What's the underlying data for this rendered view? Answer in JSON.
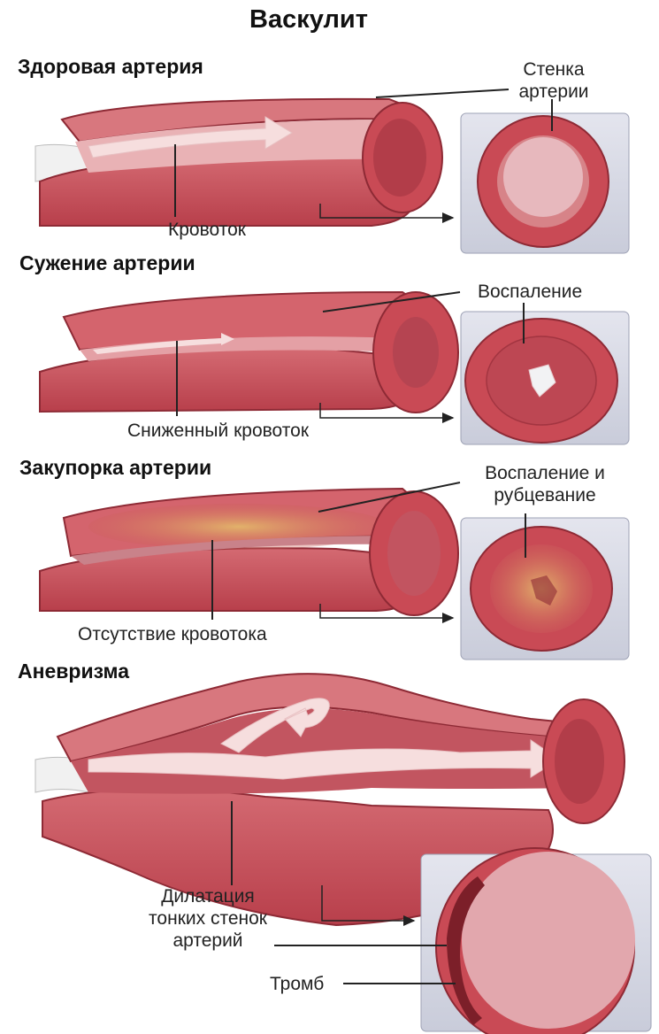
{
  "title": "Васкулит",
  "colors": {
    "wall": "#c94a55",
    "wall_dark": "#9e2f3a",
    "lumen": "#e8a3a7",
    "flow": "#f6dede",
    "panel": "#d9dbe6",
    "inflam": "#d8a260",
    "background": "#ffffff"
  },
  "sections": [
    {
      "heading": "Здоровая артерия",
      "labels": {
        "wall": "Стенка\nартерии",
        "flow": "Кровоток"
      }
    },
    {
      "heading": "Сужение артерии",
      "labels": {
        "inflammation": "Воспаление",
        "flow": "Сниженный кровоток"
      }
    },
    {
      "heading": "Закупорка артерии",
      "labels": {
        "inflammation": "Воспаление и\nрубцевание",
        "flow": "Отсутствие кровотока"
      }
    },
    {
      "heading": "Аневризма",
      "labels": {
        "dilation": "Дилатация\nтонких стенок\nартерий",
        "thrombus": "Тромб"
      }
    }
  ]
}
